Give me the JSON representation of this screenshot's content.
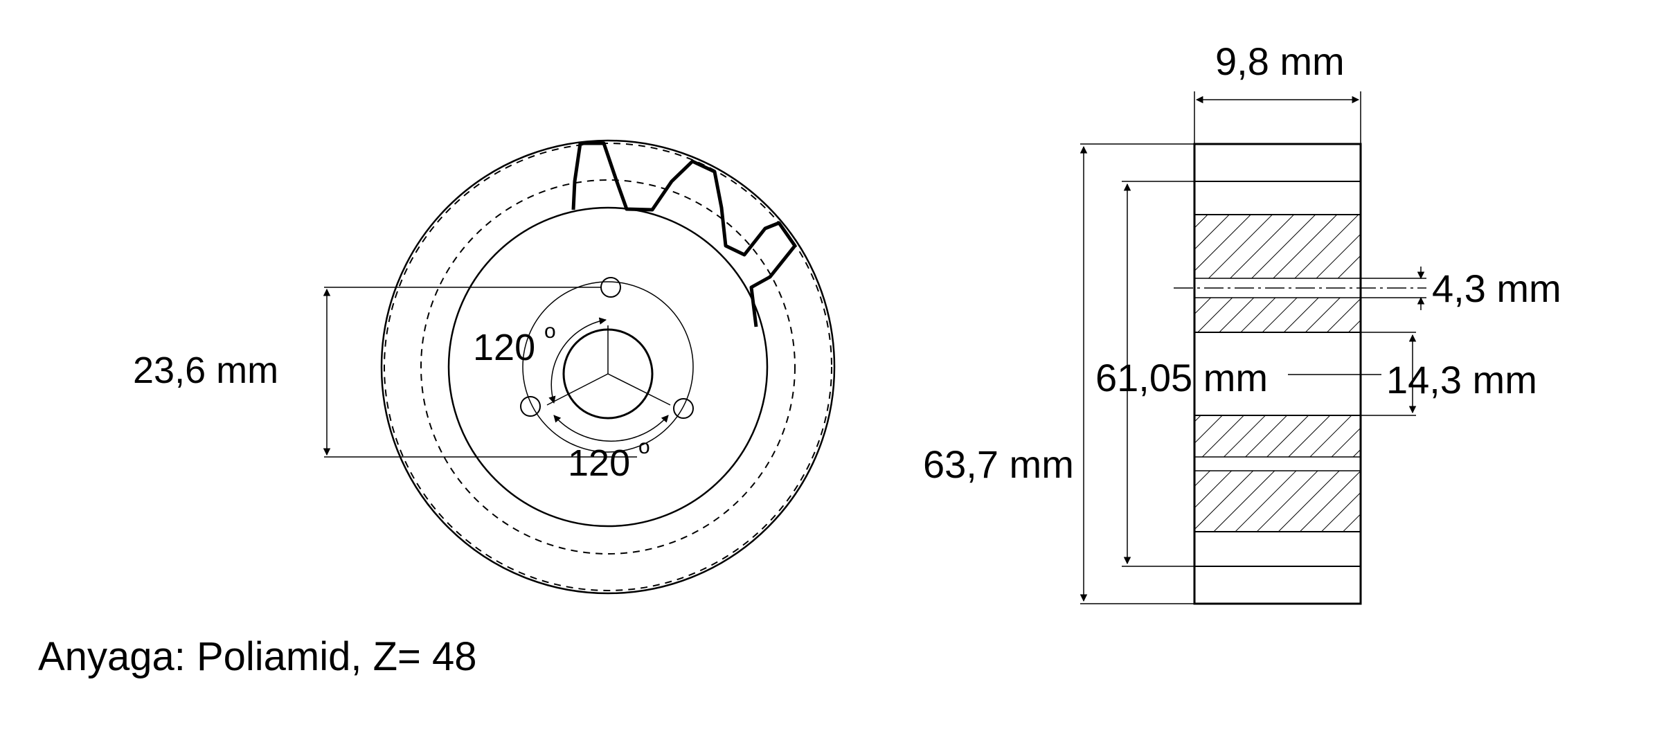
{
  "front_view": {
    "dim_hole_spacing": "23,6 mm",
    "angle_top": "120",
    "angle_bottom": "120",
    "degree_symbol": "o"
  },
  "side_view": {
    "dim_width": "9,8 mm",
    "dim_slot": "4,3 mm",
    "dim_pitch_diameter": "61,05 mm",
    "dim_bore": "14,3 mm",
    "dim_outer_diameter": "63,7 mm"
  },
  "caption": "Anyaga: Poliamid, Z= 48"
}
